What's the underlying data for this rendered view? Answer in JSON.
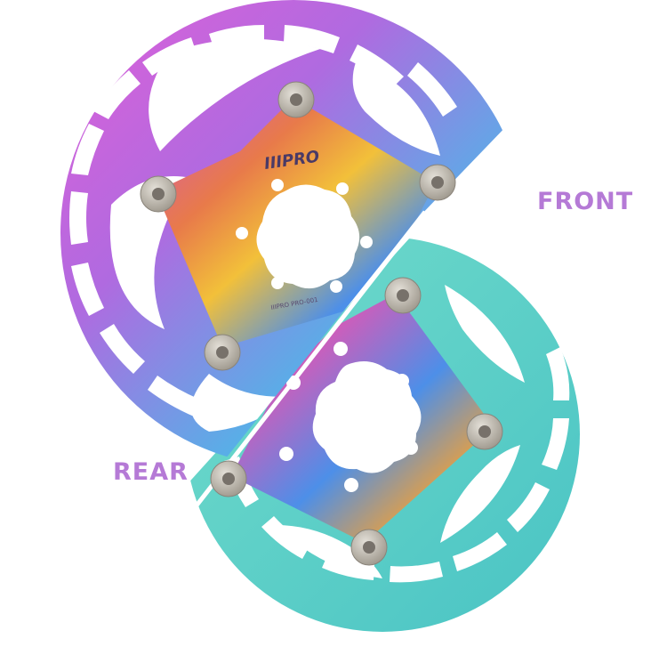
{
  "labels": {
    "front": "FRONT",
    "rear": "REAR"
  },
  "rotor": {
    "brand": "IIIPRO",
    "engraving": "IIIPRO PRO-001"
  },
  "colors": {
    "label": "#b57ad6",
    "background": "#ffffff",
    "rivet": "#bdb7ad",
    "rear_disc": "#5cd3c6",
    "front_gradient": [
      "#e060d8",
      "#b06ae0",
      "#4fb6e8",
      "#59d0d6"
    ],
    "spider_gradient": [
      "#f2c03a",
      "#e87a4a",
      "#d65ab8",
      "#4d8fe8",
      "#49c7d9"
    ]
  }
}
